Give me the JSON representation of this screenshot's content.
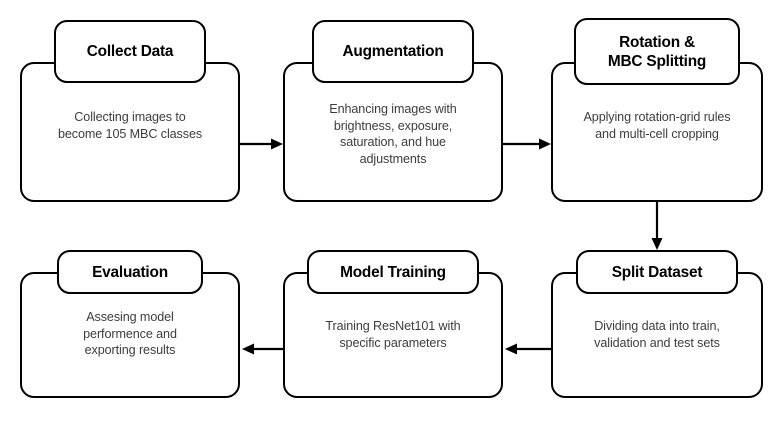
{
  "diagram": {
    "title": "Machine learning dataset and training pipeline flowchart",
    "colors": {
      "stroke": "#000000",
      "background": "#ffffff",
      "title_text": "#000000",
      "description_text": "#3d3d3d"
    },
    "nodes": [
      {
        "id": "collect-data",
        "title": "Collect Data",
        "description": "Collecting images to\nbecome 105 MBC classes"
      },
      {
        "id": "augmentation",
        "title": "Augmentation",
        "description": "Enhancing images with\nbrightness, exposure,\nsaturation, and hue\nadjustments"
      },
      {
        "id": "rotation-mbc-splitting",
        "title": "Rotation &\nMBC Splitting",
        "description": "Applying rotation-grid rules\nand multi-cell cropping"
      },
      {
        "id": "split-dataset",
        "title": "Split Dataset",
        "description": "Dividing data into train,\nvalidation and test sets"
      },
      {
        "id": "model-training",
        "title": "Model Training",
        "description": "Training ResNet101 with\nspecific parameters"
      },
      {
        "id": "evaluation",
        "title": "Evaluation",
        "description": "Assesing model\nperformence and\nexporting results"
      }
    ],
    "connectors": [
      {
        "id": "collect-data-to-augmentation",
        "direction": "right"
      },
      {
        "id": "augmentation-to-rotation",
        "direction": "right"
      },
      {
        "id": "rotation-to-split-dataset",
        "direction": "down"
      },
      {
        "id": "split-dataset-to-model-training",
        "direction": "left"
      },
      {
        "id": "model-training-to-evaluation",
        "direction": "left"
      }
    ]
  }
}
